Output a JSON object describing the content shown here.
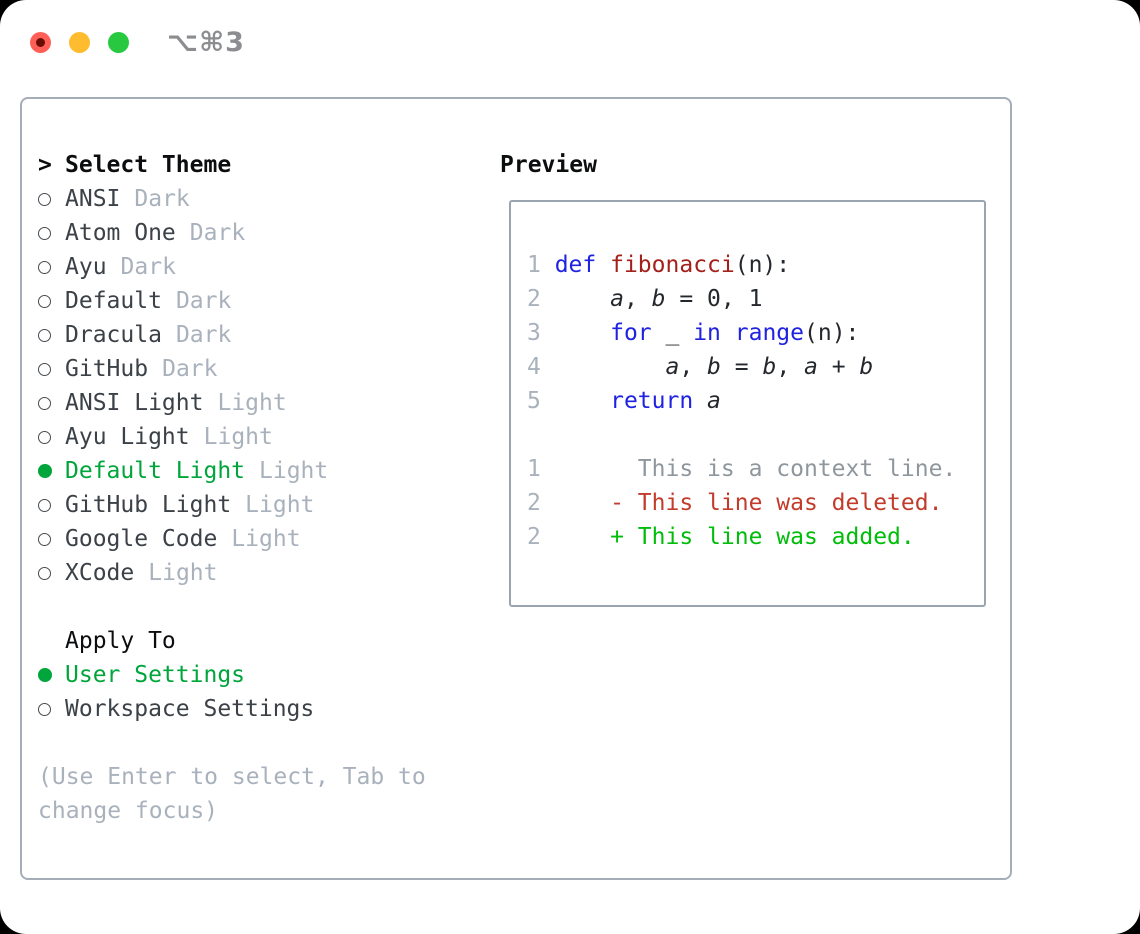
{
  "titlebar": {
    "shortcut": "⌥⌘3"
  },
  "theme_section": {
    "cursor": ">",
    "title": "Select Theme",
    "items": [
      {
        "name": "ANSI",
        "variant": "Dark",
        "selected": false
      },
      {
        "name": "Atom One",
        "variant": "Dark",
        "selected": false
      },
      {
        "name": "Ayu",
        "variant": "Dark",
        "selected": false
      },
      {
        "name": "Default",
        "variant": "Dark",
        "selected": false
      },
      {
        "name": "Dracula",
        "variant": "Dark",
        "selected": false
      },
      {
        "name": "GitHub",
        "variant": "Dark",
        "selected": false
      },
      {
        "name": "ANSI Light",
        "variant": "Light",
        "selected": false
      },
      {
        "name": "Ayu Light",
        "variant": "Light",
        "selected": false
      },
      {
        "name": "Default Light",
        "variant": "Light",
        "selected": true
      },
      {
        "name": "GitHub Light",
        "variant": "Light",
        "selected": false
      },
      {
        "name": "Google Code",
        "variant": "Light",
        "selected": false
      },
      {
        "name": "XCode",
        "variant": "Light",
        "selected": false
      }
    ]
  },
  "apply_section": {
    "title": "Apply To",
    "items": [
      {
        "label": "User Settings",
        "selected": true
      },
      {
        "label": "Workspace Settings",
        "selected": false
      }
    ]
  },
  "hint": "(Use Enter to select, Tab to change focus)",
  "preview": {
    "title": "Preview",
    "lines": [
      {
        "num": "1 ",
        "segs": [
          {
            "t": "def",
            "c": "kw"
          },
          {
            "t": " ",
            "c": "pl"
          },
          {
            "t": "fibonacci",
            "c": "fn"
          },
          {
            "t": "(n):",
            "c": "pl"
          }
        ]
      },
      {
        "num": "2 ",
        "segs": [
          {
            "t": "    ",
            "c": "pl"
          },
          {
            "t": "a",
            "c": "var"
          },
          {
            "t": ", ",
            "c": "pl"
          },
          {
            "t": "b",
            "c": "var"
          },
          {
            "t": " = 0, 1",
            "c": "pl"
          }
        ]
      },
      {
        "num": "3 ",
        "segs": [
          {
            "t": "    ",
            "c": "pl"
          },
          {
            "t": "for",
            "c": "kw"
          },
          {
            "t": " _ ",
            "c": "pl"
          },
          {
            "t": "in",
            "c": "kw"
          },
          {
            "t": " ",
            "c": "pl"
          },
          {
            "t": "range",
            "c": "kw"
          },
          {
            "t": "(n):",
            "c": "pl"
          }
        ]
      },
      {
        "num": "4 ",
        "segs": [
          {
            "t": "        ",
            "c": "pl"
          },
          {
            "t": "a",
            "c": "var"
          },
          {
            "t": ", ",
            "c": "pl"
          },
          {
            "t": "b",
            "c": "var"
          },
          {
            "t": " = ",
            "c": "pl"
          },
          {
            "t": "b",
            "c": "var"
          },
          {
            "t": ", ",
            "c": "pl"
          },
          {
            "t": "a",
            "c": "var"
          },
          {
            "t": " + ",
            "c": "pl"
          },
          {
            "t": "b",
            "c": "var"
          }
        ]
      },
      {
        "num": "5 ",
        "segs": [
          {
            "t": "    ",
            "c": "pl"
          },
          {
            "t": "return",
            "c": "kw"
          },
          {
            "t": " ",
            "c": "pl"
          },
          {
            "t": "a",
            "c": "var"
          }
        ]
      },
      {
        "num": "",
        "segs": []
      },
      {
        "num": "1",
        "segs": [
          {
            "t": "       This is a context line.",
            "c": "ctx"
          }
        ]
      },
      {
        "num": "2",
        "segs": [
          {
            "t": "     - This line was deleted.",
            "c": "del"
          }
        ]
      },
      {
        "num": "2",
        "segs": [
          {
            "t": "     + This line was added.",
            "c": "add"
          }
        ]
      }
    ]
  },
  "colors": {
    "window_bg": "#ffffff",
    "panel_border": "#a5aeb8",
    "preview_border": "#9aa5b1",
    "text_dark": "#3b4147",
    "text_black": "#0b0d0f",
    "muted_gray": "#a9b2bc",
    "selection_green": "#00a53c",
    "added_green": "#00bd0a",
    "deleted_red": "#c23b2b",
    "context_gray": "#8f979e",
    "keyword_blue": "#1f22e0",
    "function_red": "#a3211a",
    "traffic_red": "#ff5f57",
    "traffic_yellow": "#febc2e",
    "traffic_green": "#28c840",
    "shortcut_gray": "#8b8d90"
  }
}
